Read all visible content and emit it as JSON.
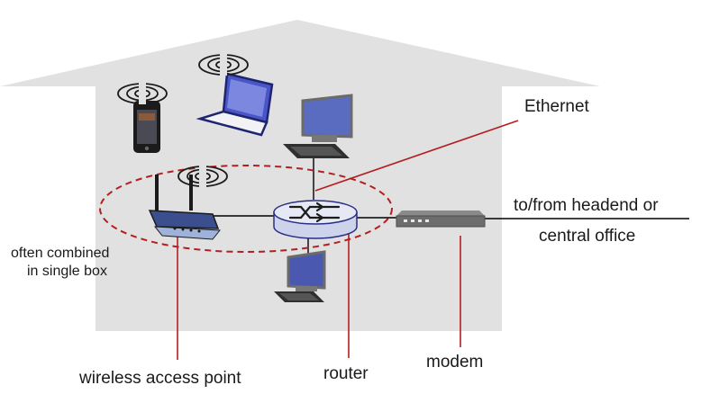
{
  "labels": {
    "ethernet": "Ethernet",
    "headend_line1": "to/from headend or",
    "headend_line2": "central office",
    "combined_line1": "often combined",
    "combined_line2": "in single box",
    "wireless_ap": "wireless access point",
    "router": "router",
    "modem": "modem"
  },
  "colors": {
    "house": "#e1e1e1",
    "callout": "#b41e1e",
    "cable": "#000000",
    "router_body": "#e6e9f4",
    "router_outline": "#2a2e86",
    "laptop_screen": "#4a56c8",
    "monitor_screen": "#5a6cc0",
    "ap_body": "#3b4f8f"
  },
  "icons": [
    "phone-icon",
    "laptop-icon",
    "desktop-computer-icon",
    "wireless-access-point-icon",
    "router-icon",
    "modem-icon",
    "wifi-signal-icon"
  ]
}
